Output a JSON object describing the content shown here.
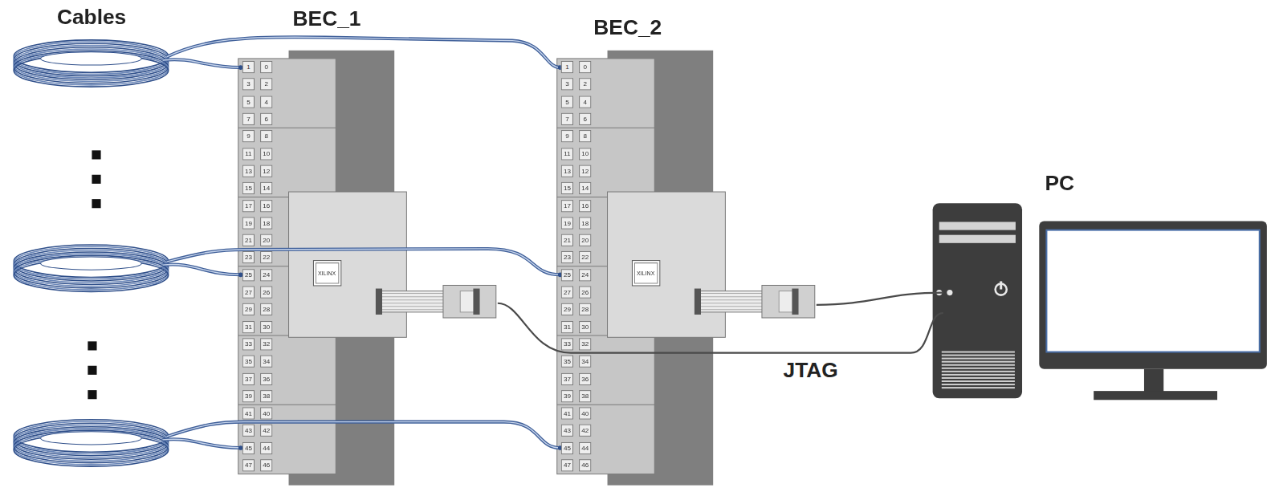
{
  "diagram": {
    "nodes": [
      {
        "text": [
          "BEC_1"
        ]
      },
      {
        "text": [
          "XILINX"
        ],
        "in": 0
      },
      {
        "text": [
          "BEC_2"
        ]
      },
      {
        "text": [
          "XILINX"
        ],
        "in": 2
      },
      {
        "text": [
          "PC"
        ]
      }
    ],
    "edges": [
      {
        "from": 0,
        "to": 4,
        "arrow": "none",
        "label": "JTAG"
      },
      {
        "from": 2,
        "to": 4,
        "arrow": "none"
      }
    ],
    "labels": [
      "Cables",
      "1",
      "0",
      "3",
      "2",
      "5",
      "4",
      "7",
      "6",
      "9",
      "8",
      "11",
      "10",
      "13",
      "12",
      "15",
      "14",
      "17",
      "16",
      "19",
      "18",
      "21",
      "20",
      "23",
      "22",
      "25",
      "24",
      "27",
      "26",
      "29",
      "28",
      "31",
      "30",
      "33",
      "32",
      "35",
      "34",
      "37",
      "36",
      "39",
      "38",
      "41",
      "40",
      "43",
      "42",
      "45",
      "44",
      "47",
      "46",
      "1",
      "0",
      "3",
      "2",
      "5",
      "4",
      "7",
      "6",
      "9",
      "8",
      "11",
      "10",
      "13",
      "12",
      "15",
      "14",
      "17",
      "16",
      "19",
      "18",
      "21",
      "20",
      "23",
      "22",
      "25",
      "24",
      "27",
      "26",
      "29",
      "28",
      "31",
      "30",
      "33",
      "32",
      "35",
      "34",
      "37",
      "36",
      "39",
      "38",
      "41",
      "40",
      "43",
      "42",
      "45",
      "44",
      "47",
      "46"
    ]
  }
}
